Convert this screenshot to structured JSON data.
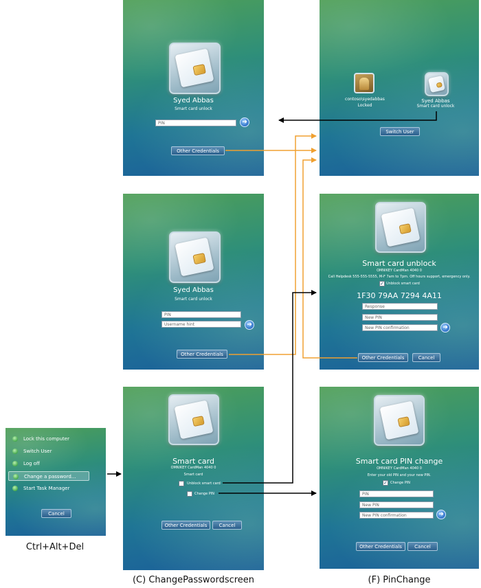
{
  "captions": {
    "ctrl_alt_del": "Ctrl+Alt+Del",
    "change_password_screen": "(C) ChangePasswordscreen",
    "pin_change": "(F) PinChange"
  },
  "screen_a": {
    "user_name": "Syed Abbas",
    "subtitle": "Smart card unlock",
    "pin_placeholder": "PIN",
    "other_credentials": "Other Credentials"
  },
  "screen_b": {
    "tile1_name": "contoso\\syedabbas",
    "tile1_status": "Locked",
    "tile2_name": "Syed Abbas",
    "tile2_status": "Smart card unlock",
    "switch_user": "Switch User"
  },
  "screen_c": {
    "user_name": "Syed Abbas",
    "subtitle": "Smart card unlock",
    "pin_placeholder": "PIN",
    "username_hint_placeholder": "Username hint",
    "other_credentials": "Other Credentials"
  },
  "screen_d": {
    "title": "Smart card unblock",
    "reader": "OMNIKEY CardMan 4040 0",
    "helpdesk": "Call Helpdesk 555-555-5555, M-F 7am to 7pm.  Off hours support, emergency only.",
    "unblock_label": "Unblock smart card",
    "challenge": "1F30 79AA 7294 4A11",
    "response_placeholder": "Response",
    "new_pin_placeholder": "New PIN",
    "new_pin_confirm_placeholder": "New PIN confirmation",
    "other_credentials": "Other Credentials",
    "cancel": "Cancel"
  },
  "ctrl_menu": {
    "items": [
      "Lock this computer",
      "Switch User",
      "Log off",
      "Change a password...",
      "Start Task Manager"
    ],
    "cancel": "Cancel"
  },
  "screen_e": {
    "title": "Smart card",
    "reader": "OMNIKEY CardMan 4040 0",
    "subtitle": "Smart card",
    "unblock_label": "Unblock smart card",
    "change_pin_label": "Change PIN",
    "other_credentials": "Other Credentials",
    "cancel": "Cancel"
  },
  "screen_f": {
    "title": "Smart card PIN change",
    "reader": "OMNIKEY CardMan 4040 0",
    "instruction": "Enter your old PIN and your new PIN.",
    "change_pin_label": "Change PIN",
    "pin_placeholder": "PIN",
    "new_pin_placeholder": "New PIN",
    "new_pin_confirm_placeholder": "New PIN confirmation",
    "other_credentials": "Other Credentials",
    "cancel": "Cancel"
  },
  "colors": {
    "connector_black": "#000000",
    "connector_orange": "#f0a030"
  }
}
